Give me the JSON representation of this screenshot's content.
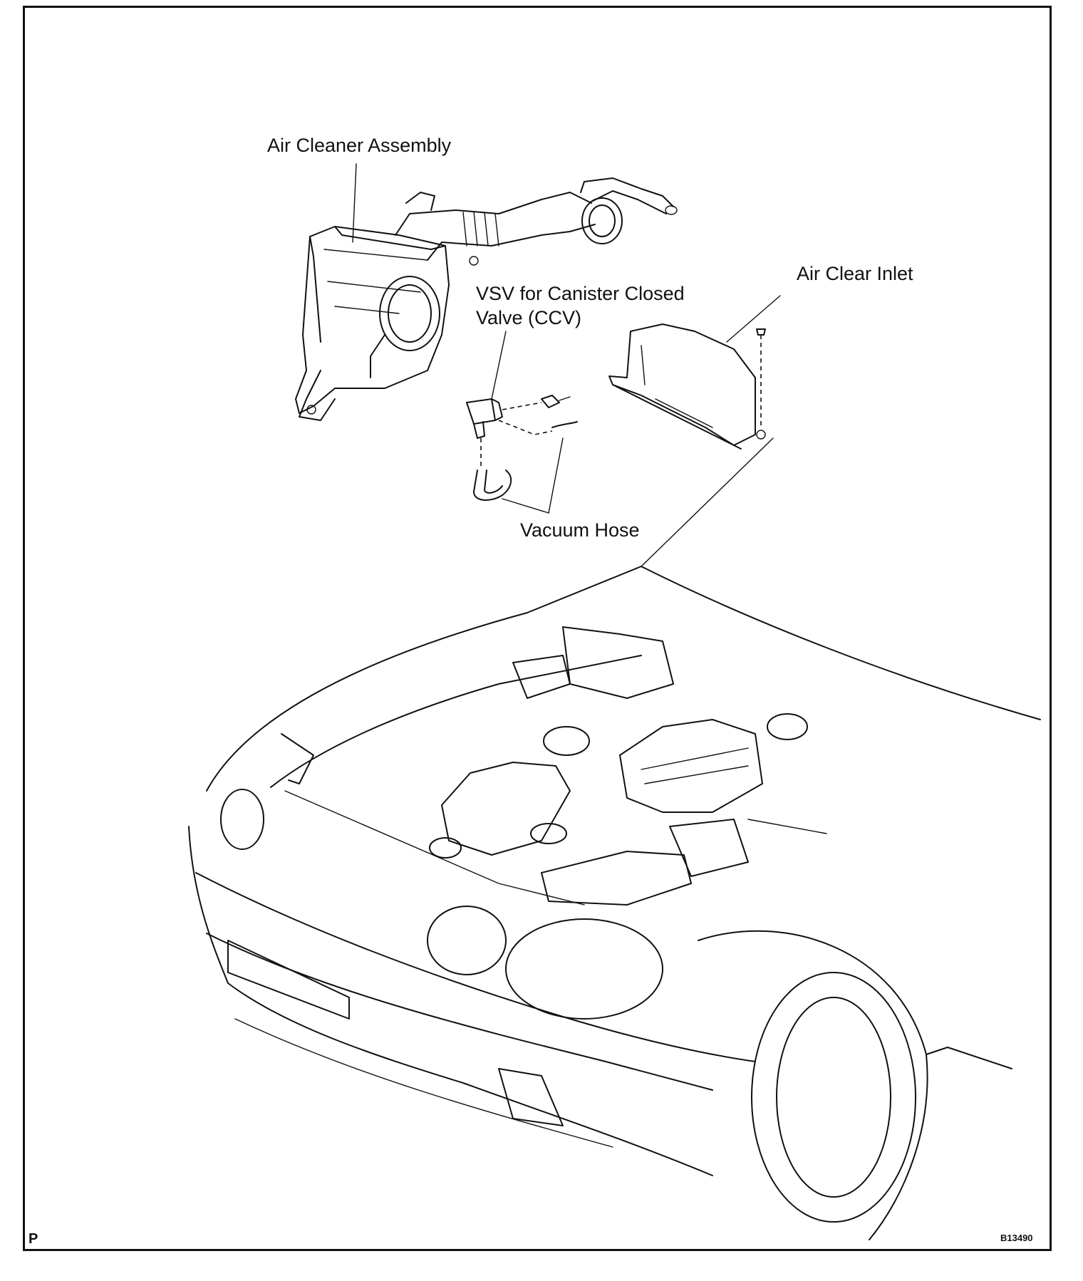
{
  "labels": {
    "air_cleaner_assembly": "Air Cleaner Assembly",
    "air_clear_inlet": "Air Clear Inlet",
    "vsv_line1": "VSV for Canister Closed",
    "vsv_line2": "Valve (CCV)",
    "vacuum_hose": "Vacuum Hose"
  },
  "corner": {
    "page_mark": "P",
    "figure_code": "B13490"
  }
}
